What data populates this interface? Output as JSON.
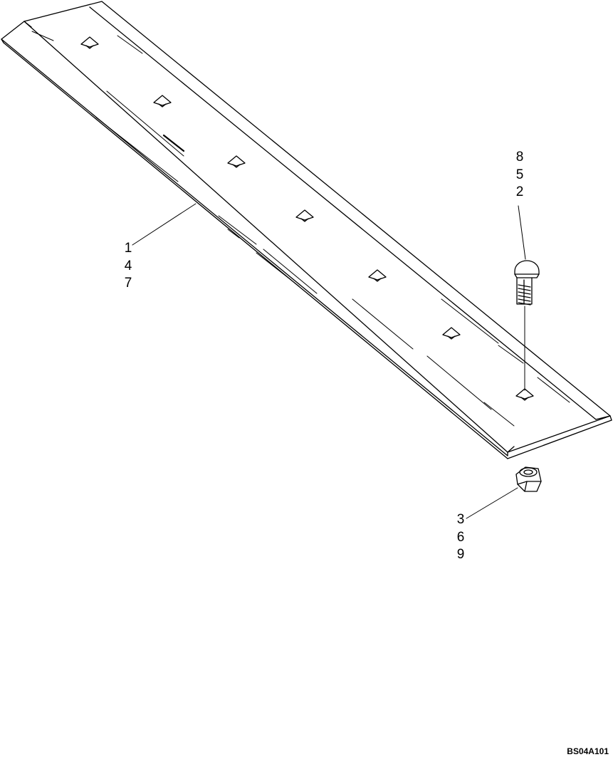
{
  "callouts": {
    "blade": [
      "1",
      "4",
      "7"
    ],
    "bolt": [
      "8",
      "5",
      "2"
    ],
    "nut": [
      "3",
      "6",
      "9"
    ]
  },
  "figure_id": "BS04A101",
  "line_color": "#000000",
  "background_color": "#ffffff"
}
